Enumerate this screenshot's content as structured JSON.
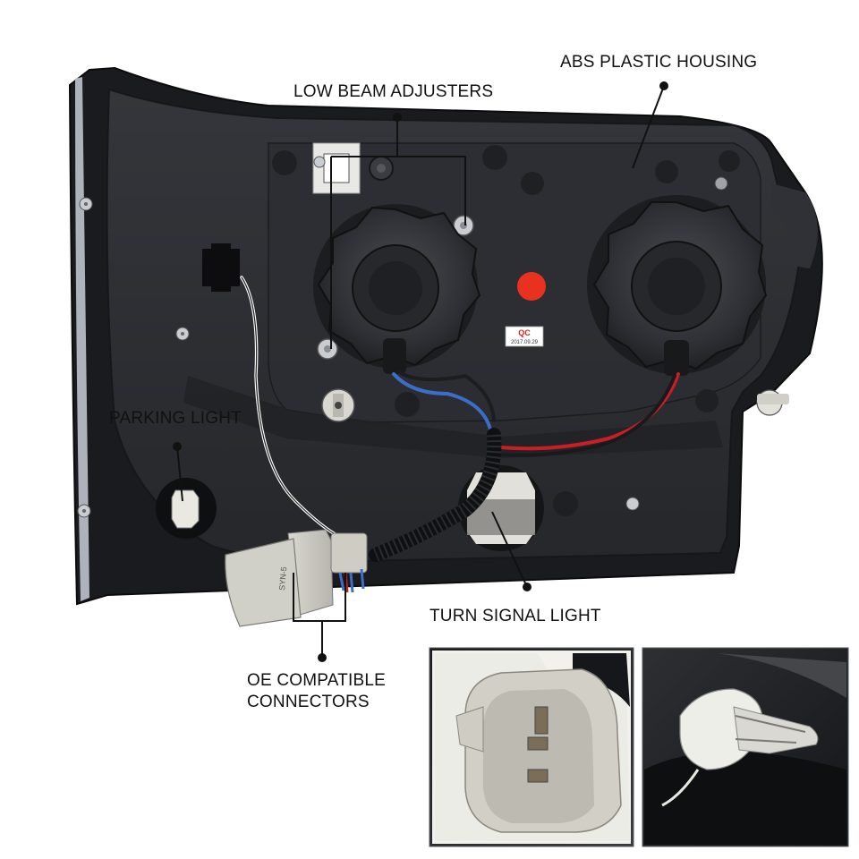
{
  "callouts": {
    "abs_housing": "ABS PLASTIC HOUSING",
    "low_beam_adjusters": "LOW BEAM ADJUSTERS",
    "parking_light": "PARKING LIGHT",
    "turn_signal_light": "TURN SIGNAL LIGHT",
    "oe_connectors_line1": "OE COMPATIBLE",
    "oe_connectors_line2": "CONNECTORS"
  },
  "qc_sticker": {
    "label": "QC",
    "date": "2017.09.29"
  },
  "connector_marking": "SYN-5",
  "colors": {
    "background": "#ffffff",
    "housing": "#2a2c30",
    "housing_edge": "#17181b",
    "chrome_strip": "#b7bcc4",
    "red_dot": "#e8321f",
    "connector": "#c9c8c0",
    "wire_blue": "#3a6fc9",
    "wire_red": "#c81f24",
    "callout_line": "#111111",
    "inset_border": "#5a5c60"
  },
  "icons": [
    "bulb-socket-icon",
    "screw-icon",
    "connector-plug-icon",
    "wedge-bulb-icon"
  ]
}
